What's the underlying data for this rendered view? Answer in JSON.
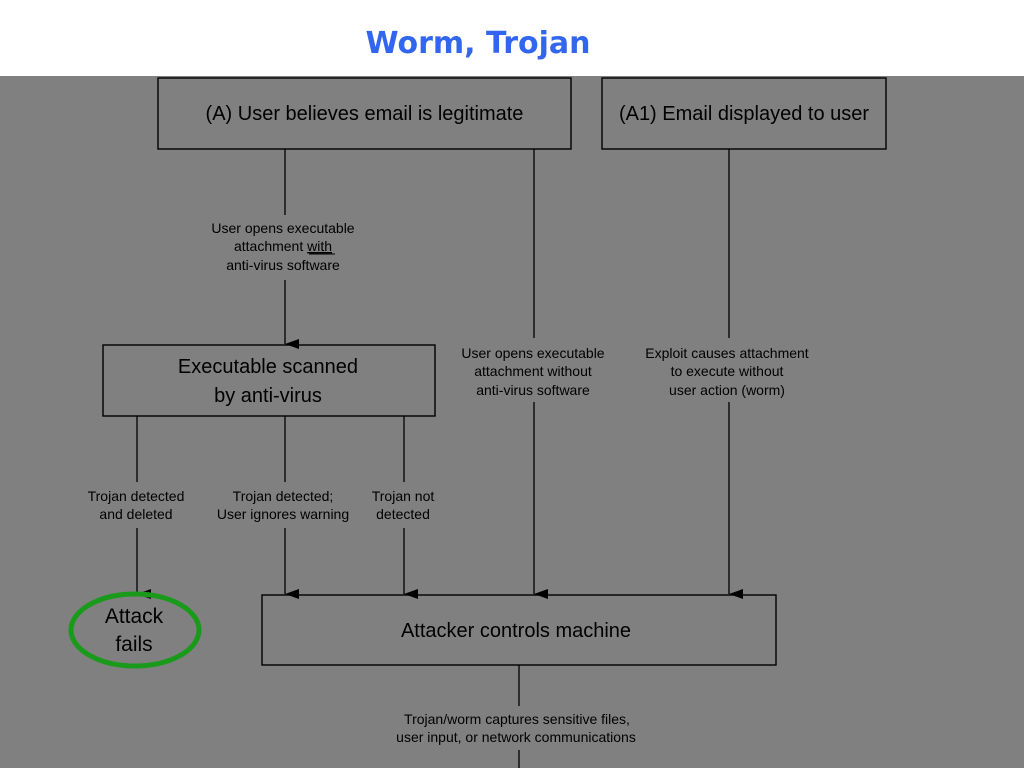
{
  "slide": {
    "title": "Worm, Trojan"
  },
  "diagram": {
    "nodes": {
      "user_believes": "(A) User believes email is legitimate",
      "email_displayed": "(A1) Email displayed to user",
      "scanned_line1": "Executable scanned",
      "scanned_line2": "by anti-virus",
      "attacker_controls": "Attacker controls machine",
      "attack_fails_line1": "Attack",
      "attack_fails_line2": "fails"
    },
    "edges": {
      "opens_with_av": {
        "line1": "User opens executable",
        "line2_prefix": "attachment ",
        "line2_emphasis": "with",
        "line3": "anti-virus software"
      },
      "opens_without_av": {
        "line1": "User opens executable",
        "line2": "attachment without",
        "line3": "anti-virus software"
      },
      "exploit_worm": {
        "line1": "Exploit causes attachment",
        "line2": "to execute without",
        "line3": "user action (worm)"
      },
      "detected_deleted": {
        "line1": "Trojan detected",
        "line2": "and deleted"
      },
      "detected_ignored": {
        "line1": "Trojan detected;",
        "line2": "User ignores warning"
      },
      "not_detected": {
        "line1": "Trojan not",
        "line2": "detected"
      },
      "captures": {
        "line1": "Trojan/worm captures sensitive files,",
        "line2": "user input, or network communications"
      }
    }
  },
  "colors": {
    "title": "#3366ee",
    "panel_background": "#808080",
    "box_stroke": "#000000",
    "fail_highlight": "#1a9a1a"
  }
}
